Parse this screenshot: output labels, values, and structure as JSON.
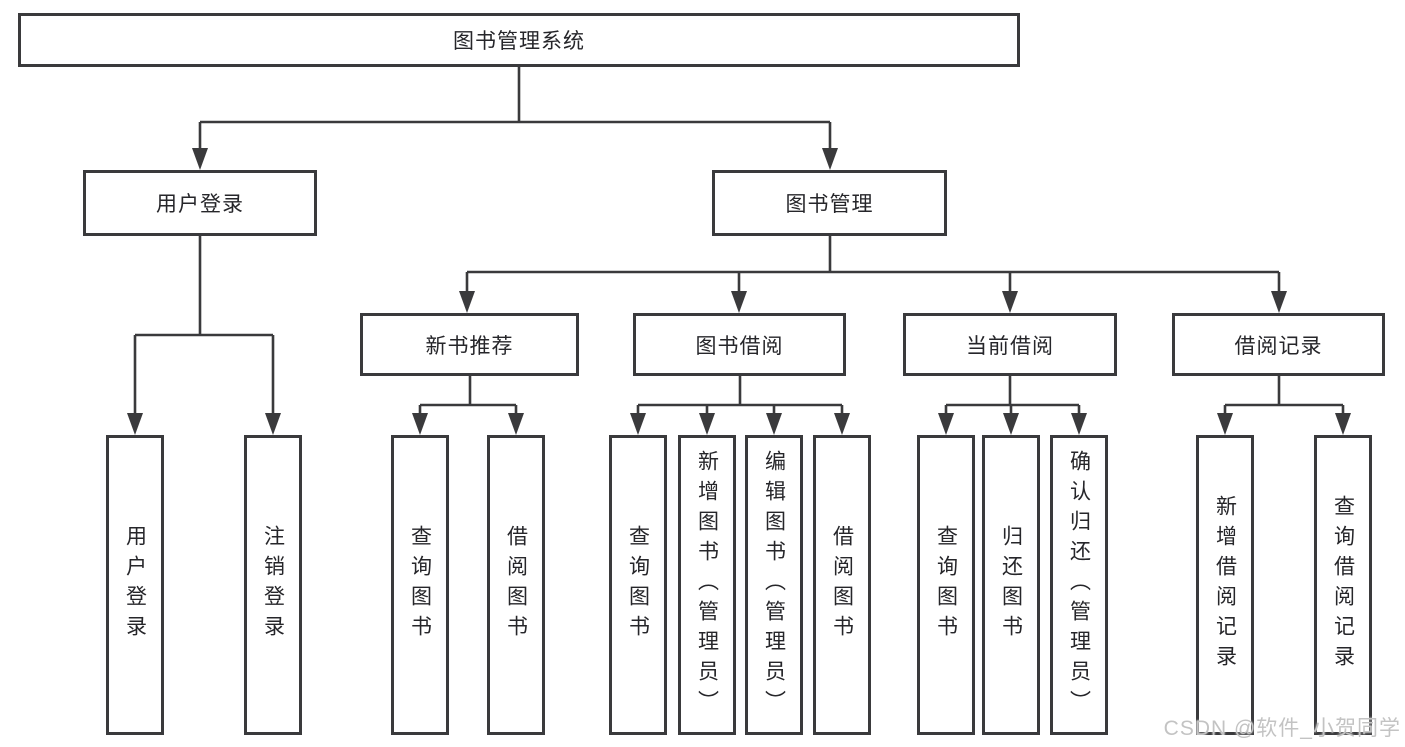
{
  "diagram": {
    "root": "图书管理系统",
    "branches": {
      "user_login": "用户登录",
      "book_management": "图书管理"
    },
    "modules": {
      "new_book_recommendation": "新书推荐",
      "book_borrowing": "图书借阅",
      "current_borrowing": "当前借阅",
      "borrowing_records": "借阅记录"
    },
    "leaves": {
      "user_login": "用户登录",
      "logout_login": "注销登录",
      "nb_query_books": "查询图书",
      "nb_borrow_books": "借阅图书",
      "bb_query_books": "查询图书",
      "bb_add_books_admin": "新增图书（管理员）",
      "bb_edit_books_admin": "编辑图书（管理员）",
      "bb_borrow_books": "借阅图书",
      "cb_query_books": "查询图书",
      "cb_return_books": "归还图书",
      "cb_confirm_return_admin": "确认归还（管理员）",
      "br_add_record": "新增借阅记录",
      "br_query_record": "查询借阅记录"
    }
  },
  "watermark": "CSDN @软件_小贺同学",
  "colors": {
    "line": "#3a3a3c",
    "text": "#26262a",
    "background": "#ffffff",
    "watermark": "#c3c3c3"
  }
}
